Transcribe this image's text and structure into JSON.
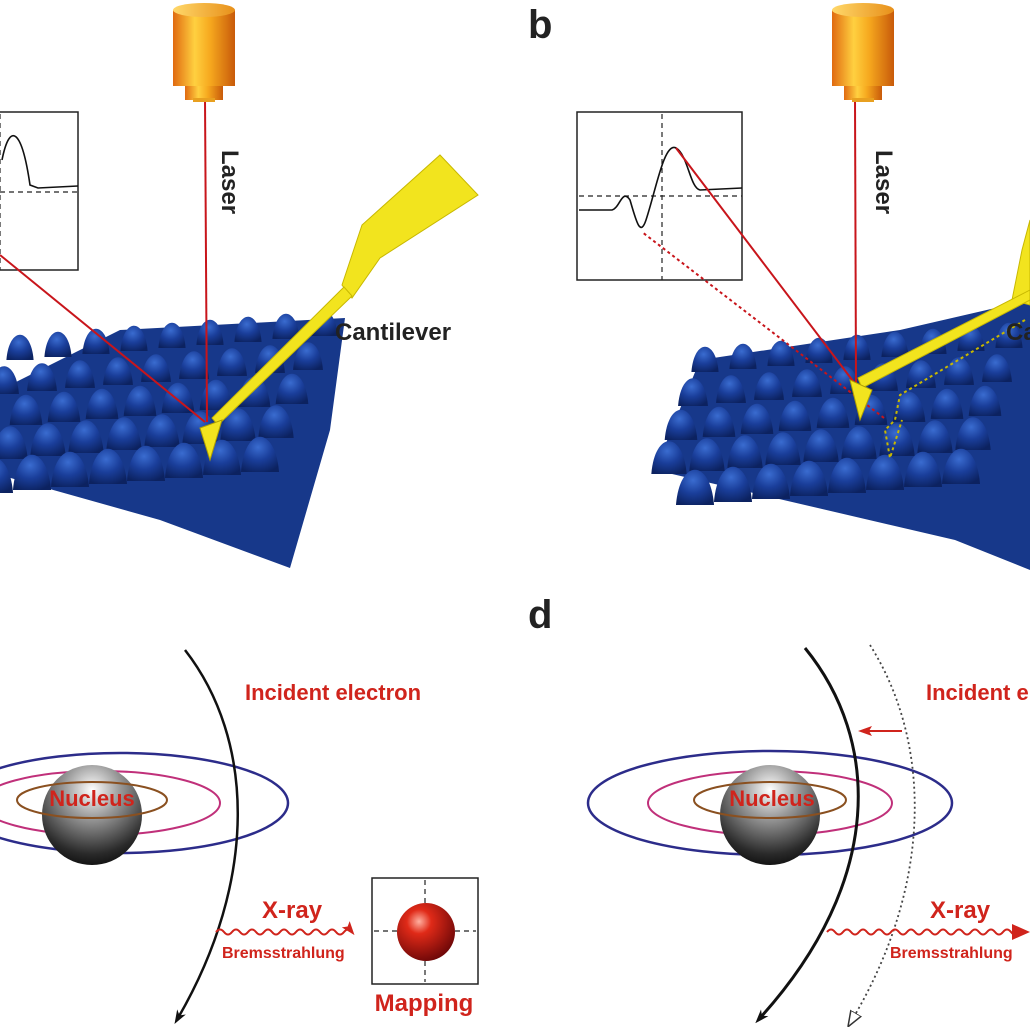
{
  "panels": {
    "b": {
      "letter": "b"
    },
    "d": {
      "letter": "d"
    }
  },
  "labels": {
    "laser": "Laser",
    "cantilever": "Cantilever",
    "cantilever_cut": "Ca",
    "incident_electron": "Incident electron",
    "incident_electron_cut": "Incident e",
    "nucleus": "Nucleus",
    "xray": "X-ray",
    "bremsstrahlung": "Bremsstrahlung",
    "mapping": "Mapping"
  },
  "colors": {
    "surface_blue": "#1a3e8e",
    "cantilever_yellow": "#f2e41e",
    "laser_red": "#c8151b",
    "laser_source_orange": "#f0a01a",
    "text_red": "#d0241c",
    "orbit_blue": "#2c2c8a",
    "orbit_magenta": "#c0307a",
    "orbit_brown": "#8a5020"
  },
  "icons": {
    "laser_source": "laser-source-icon",
    "nucleus": "nucleus-sphere-icon",
    "mapping_dot": "mapping-dot-icon"
  }
}
